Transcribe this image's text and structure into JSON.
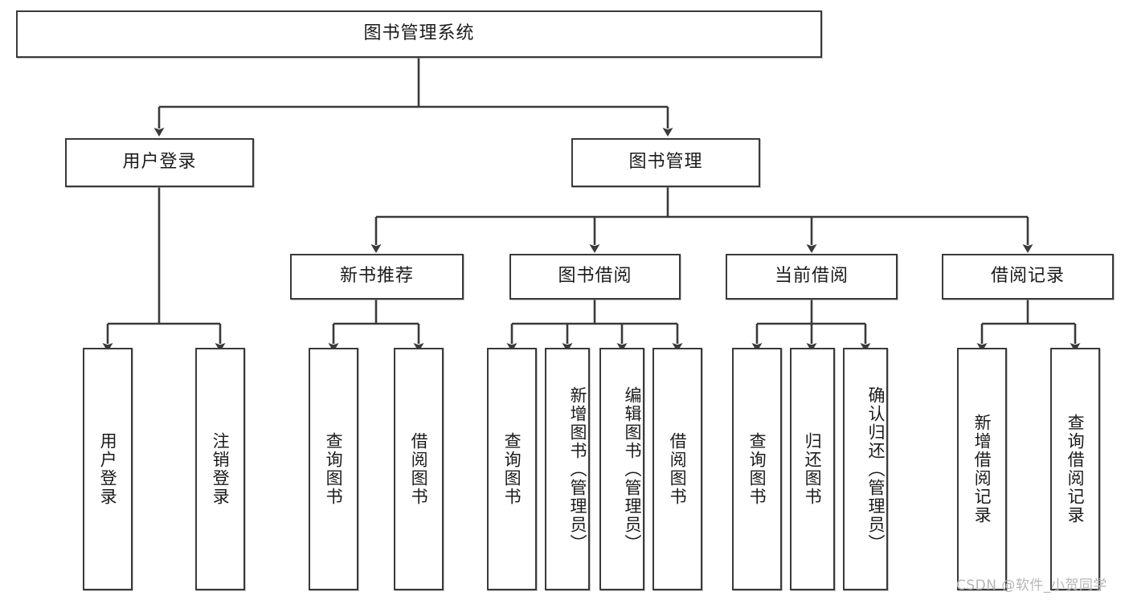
{
  "diagram": {
    "title": "图书管理系统",
    "root": {
      "label": "图书管理系统"
    },
    "level1": [
      {
        "label": "用户登录"
      },
      {
        "label": "图书管理"
      }
    ],
    "level2": [
      {
        "label": "新书推荐"
      },
      {
        "label": "图书借阅"
      },
      {
        "label": "当前借阅"
      },
      {
        "label": "借阅记录"
      }
    ],
    "leaves": {
      "user_login": [
        {
          "label": "用户登录"
        },
        {
          "label": "注销登录"
        }
      ],
      "new_book_recommend": [
        {
          "label": "查询图书"
        },
        {
          "label": "借阅图书"
        }
      ],
      "book_borrow": [
        {
          "label": "查询图书"
        },
        {
          "label": "新增图书（管理员）"
        },
        {
          "label": "编辑图书（管理员）"
        },
        {
          "label": "借阅图书"
        }
      ],
      "current_borrow": [
        {
          "label": "查询图书"
        },
        {
          "label": "归还图书"
        },
        {
          "label": "确认归还（管理员）"
        }
      ],
      "borrow_record": [
        {
          "label": "新增借阅记录"
        },
        {
          "label": "查询借阅记录"
        }
      ]
    }
  },
  "watermark": {
    "text": "CSDN @软件_小贺同学"
  },
  "colors": {
    "stroke": "#3a3a3a",
    "fill": "#ffffff",
    "text": "#1b1b1b",
    "watermark": "#b6b6b6"
  }
}
